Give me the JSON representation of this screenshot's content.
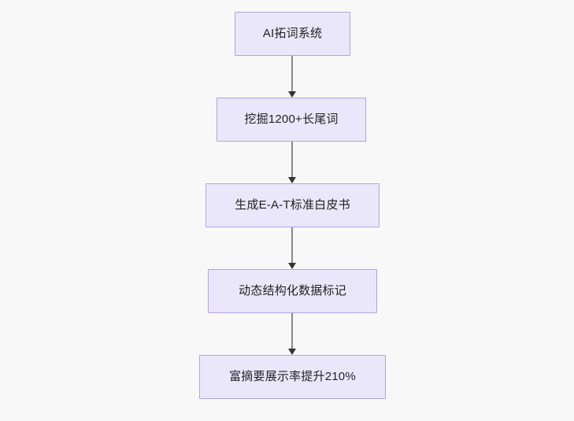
{
  "diagram": {
    "type": "flowchart",
    "direction": "top-to-bottom",
    "background_color": "#f8f8f8",
    "node_fill_color": "#eae7fb",
    "node_border_color": "#b3a2e6",
    "node_text_color": "#1f2020",
    "edge_line_color": "#8a8a8a",
    "edge_arrow_color": "#333333",
    "nodes": [
      {
        "id": "node-1",
        "label": "AI拓词系统"
      },
      {
        "id": "node-2",
        "label": "挖掘1200+长尾词"
      },
      {
        "id": "node-3",
        "label": "生成E-A-T标准白皮书"
      },
      {
        "id": "node-4",
        "label": "动态结构化数据标记"
      },
      {
        "id": "node-5",
        "label": "富摘要展示率提升210%"
      }
    ],
    "edges": [
      {
        "id": "edge-1",
        "from": "node-1",
        "to": "node-2",
        "arrow": "down"
      },
      {
        "id": "edge-2",
        "from": "node-2",
        "to": "node-3",
        "arrow": "down"
      },
      {
        "id": "edge-3",
        "from": "node-3",
        "to": "node-4",
        "arrow": "down"
      },
      {
        "id": "edge-4",
        "from": "node-4",
        "to": "node-5",
        "arrow": "down"
      }
    ]
  }
}
